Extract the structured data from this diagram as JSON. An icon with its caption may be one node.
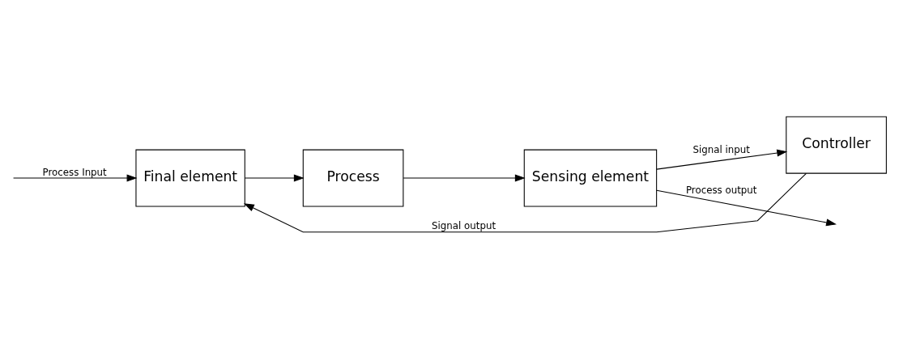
{
  "diagram": {
    "nodes": [
      {
        "text": [
          "Final element"
        ]
      },
      {
        "text": [
          "Process"
        ]
      },
      {
        "text": [
          "Sensing element"
        ]
      },
      {
        "text": [
          "Controller"
        ]
      }
    ],
    "edges": [
      {
        "from": null,
        "to": 0,
        "arrow": "to",
        "label": "Process Input"
      },
      {
        "from": 0,
        "to": 1,
        "arrow": "to"
      },
      {
        "from": 1,
        "to": 2,
        "arrow": "to"
      },
      {
        "from": 2,
        "to": null,
        "arrow": "to",
        "label": "Process output"
      },
      {
        "from": 2,
        "to": 3,
        "arrow": "to",
        "label": "Signal input"
      },
      {
        "from": 3,
        "to": 0,
        "arrow": "to",
        "label": "Signal output"
      }
    ]
  }
}
